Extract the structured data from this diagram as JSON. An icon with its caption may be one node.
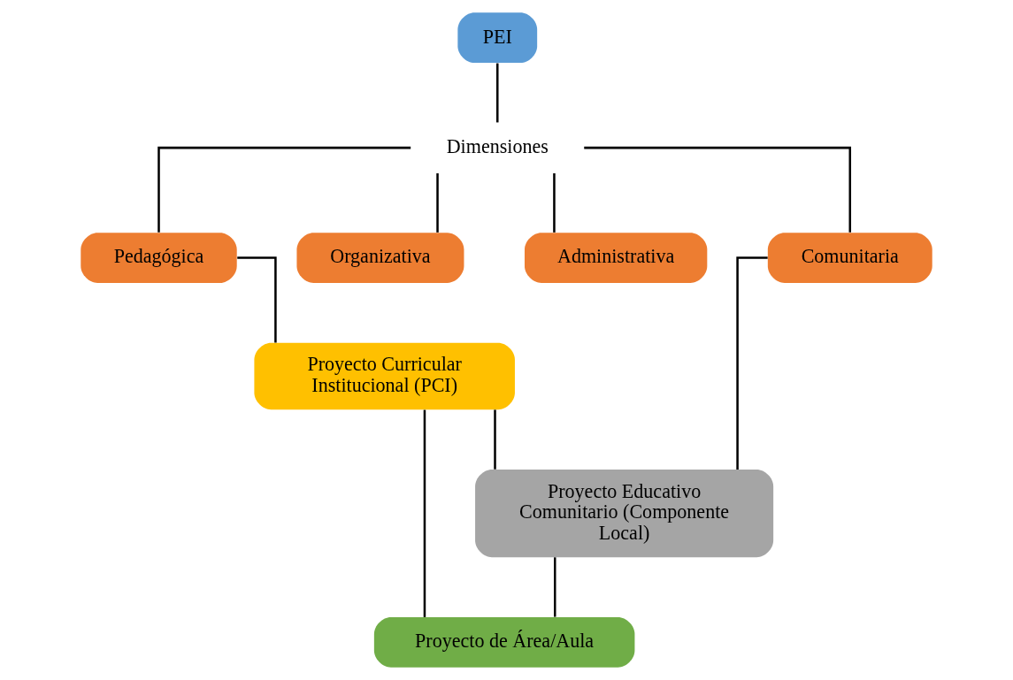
{
  "diagram": {
    "nodes": [
      {
        "text": [
          "PEI"
        ]
      },
      {
        "text": [
          "Dimensiones"
        ]
      },
      {
        "text": [
          "Pedagógica"
        ]
      },
      {
        "text": [
          "Organizativa"
        ]
      },
      {
        "text": [
          "Administrativa"
        ]
      },
      {
        "text": [
          "Comunitaria"
        ]
      },
      {
        "text": [
          "Proyecto Curricular Institucional (PCI)"
        ]
      },
      {
        "text": [
          "Proyecto Educativo Comunitario (Componente Local)"
        ]
      },
      {
        "text": [
          "Proyecto de Área/Aula"
        ]
      }
    ],
    "edges": [
      {
        "from": 0,
        "to": 1,
        "arrow": "none"
      },
      {
        "from": 1,
        "to": 2,
        "arrow": "none"
      },
      {
        "from": 1,
        "to": 3,
        "arrow": "none"
      },
      {
        "from": 1,
        "to": 4,
        "arrow": "none"
      },
      {
        "from": 1,
        "to": 5,
        "arrow": "none"
      },
      {
        "from": 2,
        "to": 6,
        "arrow": "none"
      },
      {
        "from": 6,
        "to": 7,
        "arrow": "none"
      },
      {
        "from": 6,
        "to": 8,
        "arrow": "none"
      },
      {
        "from": 5,
        "to": 7,
        "arrow": "none"
      },
      {
        "from": 7,
        "to": 8,
        "arrow": "none"
      }
    ]
  }
}
